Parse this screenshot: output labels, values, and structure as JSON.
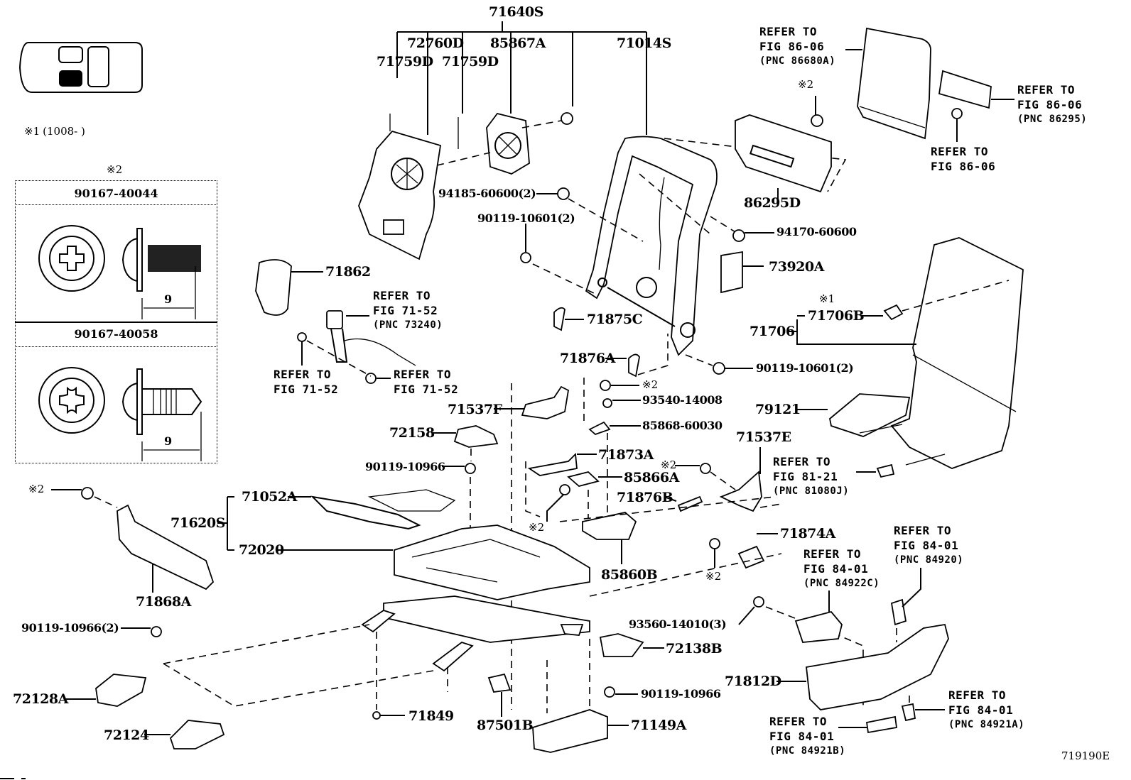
{
  "diagram": {
    "figure_id": "719190E",
    "vehicle_locator": {
      "icon": "car-top-view-icon",
      "highlighted_seat": "front-left"
    },
    "notes": {
      "note1_mark": "※1",
      "note1_text": "(1008-      )",
      "note2_mark": "※2"
    },
    "screw_legend": {
      "title_mark": "※2",
      "items": [
        {
          "part_no": "90167-40044",
          "type": "tapping screw (coarse thread)",
          "length": "9"
        },
        {
          "part_no": "90167-40058",
          "type": "machine screw",
          "length": "9"
        }
      ]
    },
    "assembly_groups": [
      {
        "parent": "71640S",
        "children": [
          "71759D",
          "72760D",
          "71759D",
          "85867A",
          "71014S"
        ]
      },
      {
        "parent": "71620S",
        "children": [
          "71052A",
          "72020"
        ]
      },
      {
        "parent": "71706",
        "children": [
          "71706B"
        ]
      }
    ],
    "parts": {
      "p71640S": "71640S",
      "p72760D": "72760D",
      "p85867A": "85867A",
      "p71014S": "71014S",
      "p71759D_1": "71759D",
      "p71759D_2": "71759D",
      "p94185": "94185-60600(2)",
      "p90119_10601_a": "90119-10601(2)",
      "p86295D": "86295D",
      "p94170": "94170-60600",
      "p73920A": "73920A",
      "p71862": "71862",
      "p71875C": "71875C",
      "p71706": "71706",
      "p71706B": "71706B",
      "p71876A": "71876A",
      "p90119_10601_b": "90119-10601(2)",
      "p93540": "93540-14008",
      "p85868": "85868-60030",
      "p71537F": "71537F",
      "p72158": "72158",
      "p79121": "79121",
      "p71537E": "71537E",
      "p71873A": "71873A",
      "p90119_10966_a": "90119-10966",
      "p85866A": "85866A",
      "p71876B": "71876B",
      "p71052A": "71052A",
      "p71620S": "71620S",
      "p72020": "72020",
      "p71874A": "71874A",
      "p85860B": "85860B",
      "p71868A": "71868A",
      "p90119_10966_2": "90119-10966(2)",
      "p93560": "93560-14010(3)",
      "p72138B": "72138B",
      "p71812D": "71812D",
      "p72128A": "72128A",
      "p90119_10966_b": "90119-10966",
      "p71849": "71849",
      "p72124": "72124",
      "p87501B": "87501B",
      "p71149A": "71149A"
    },
    "marks": {
      "m_top_86295": "※2",
      "m_71876A": "※2",
      "m_71537E": "※2",
      "m_71873A": "※2",
      "m_71874A": "※2",
      "m_71868A": "※2",
      "m_71706B": "※1"
    },
    "references": {
      "r_86680A": {
        "line1": "REFER TO",
        "line2": "FIG 86-06",
        "pnc": "(PNC 86680A)"
      },
      "r_86295": {
        "line1": "REFER TO",
        "line2": "FIG 86-06",
        "pnc": "(PNC 86295)"
      },
      "r_86_06": {
        "line1": "REFER TO",
        "line2": "FIG 86-06"
      },
      "r_73240": {
        "line1": "REFER TO",
        "line2": "FIG 71-52",
        "pnc": "(PNC 73240)"
      },
      "r_71_52_a": {
        "line1": "REFER TO",
        "line2": "FIG 71-52"
      },
      "r_71_52_b": {
        "line1": "REFER TO",
        "line2": "FIG 71-52"
      },
      "r_81080J": {
        "line1": "REFER TO",
        "line2": "FIG 81-21",
        "pnc": "(PNC 81080J)"
      },
      "r_84920": {
        "line1": "REFER TO",
        "line2": "FIG 84-01",
        "pnc": "(PNC 84920)"
      },
      "r_84922C": {
        "line1": "REFER TO",
        "line2": "FIG 84-01",
        "pnc": "(PNC 84922C)"
      },
      "r_84921A": {
        "line1": "REFER TO",
        "line2": "FIG 84-01",
        "pnc": "(PNC 84921A)"
      },
      "r_84921B": {
        "line1": "REFER TO",
        "line2": "FIG 84-01",
        "pnc": "(PNC 84921B)"
      }
    }
  }
}
